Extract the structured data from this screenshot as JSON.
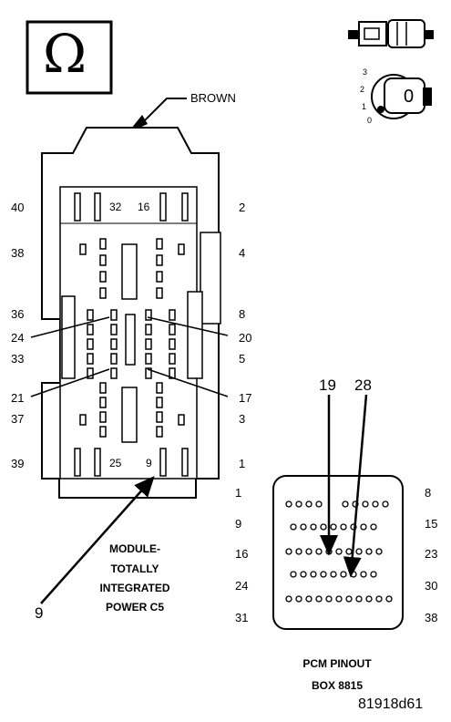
{
  "wire_color": "BROWN",
  "ohm_symbol": "Ω",
  "switch_positions": [
    "3",
    "2",
    "1",
    "0"
  ],
  "key_position_label": "0",
  "module_connector": {
    "left_pins": [
      "40",
      "38",
      "36",
      "24",
      "33",
      "21",
      "37",
      "39"
    ],
    "right_pins": [
      "2",
      "4",
      "8",
      "20",
      "5",
      "17",
      "3",
      "1"
    ],
    "inner_top": [
      "32",
      "16"
    ],
    "inner_bottom": [
      "25",
      "9"
    ],
    "probe_pin": "9",
    "caption_lines": [
      "MODULE-",
      "TOTALLY",
      "INTEGRATED",
      "POWER C5"
    ]
  },
  "pcm_connector": {
    "probe_pins": [
      "19",
      "28"
    ],
    "left_rows": [
      "1",
      "9",
      "16",
      "24",
      "31"
    ],
    "right_rows": [
      "8",
      "15",
      "23",
      "30",
      "38"
    ],
    "caption_lines": [
      "PCM PINOUT",
      "BOX 8815"
    ]
  },
  "figure_id": "81918d61"
}
